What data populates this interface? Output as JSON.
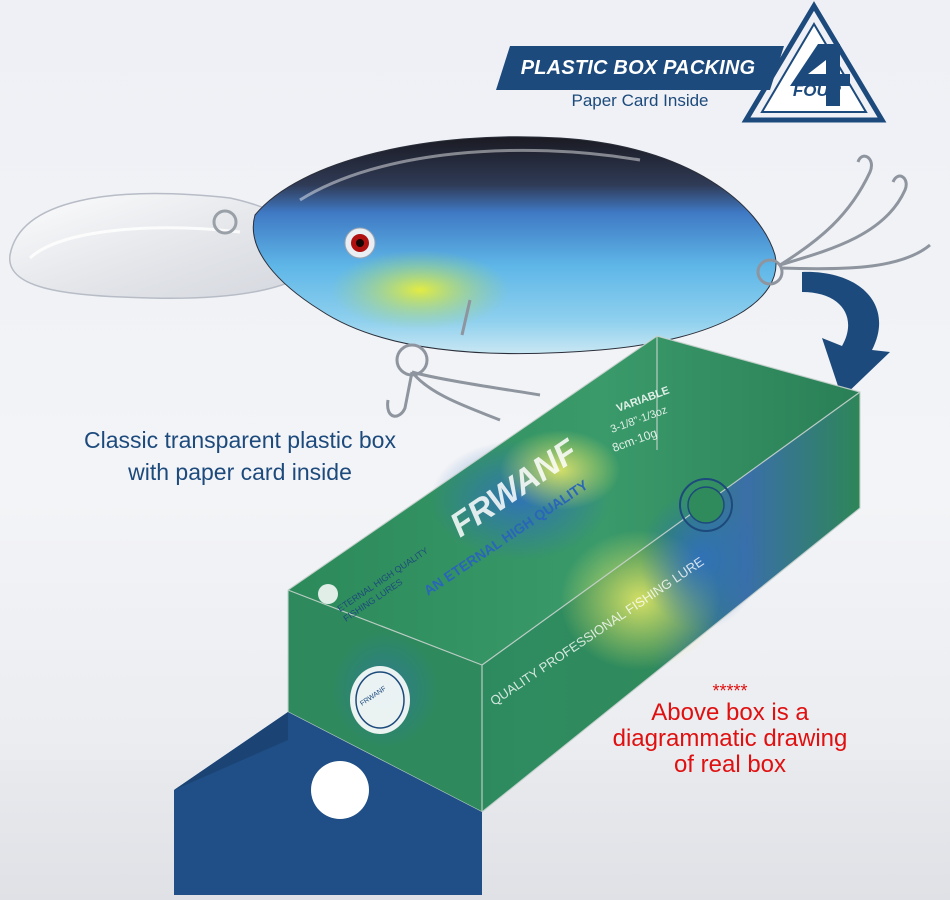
{
  "header": {
    "title": "PLASTIC BOX PACKING",
    "subtitle": "Paper Card Inside",
    "emblem_text": "FOUR",
    "emblem_digit": "4"
  },
  "caption": {
    "line1": "Classic transparent plastic box",
    "line2": "with paper card inside"
  },
  "note": {
    "stars": "*****",
    "line1": "Above box is a",
    "line2": "diagrammatic drawing",
    "line3": "of real box"
  },
  "box_print": {
    "brand": "FRWANF",
    "slogan": "AN ETERNAL HIGH QUALITY",
    "side_text": "ETERNAL HIGH QUALITY",
    "side_text2": "FISHING LURES",
    "front_text": "QUALITY PROFESSIONAL FISHING LURE",
    "spec_title": "VARIABLE",
    "spec_weight": "3-1/8\"·1/3oz",
    "spec_size": "8cm·10g",
    "seal_text": "FRWANF"
  },
  "colors": {
    "brand_blue": "#1d4a7c",
    "note_red": "#e01010",
    "box_green": "#2f8a5a",
    "box_blue": "#1f4f86"
  }
}
